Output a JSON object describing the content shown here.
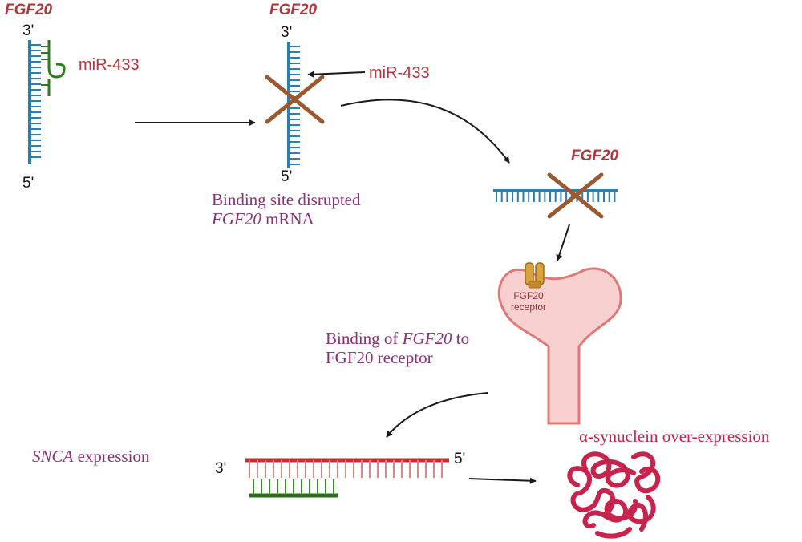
{
  "labels": {
    "gene_top_left": "FGF20",
    "gene_top_middle": "FGF20",
    "gene_right": "FGF20",
    "end_3_left": "3'",
    "end_5_left": "5'",
    "end_3_middle": "3'",
    "end_5_middle": "5'",
    "mir_left": "miR-433",
    "mir_middle": "miR-433",
    "disrupted_line1": "Binding site disrupted",
    "disrupted_gene": "FGF20",
    "disrupted_suffix": " mRNA",
    "receptor_line1": "FGF20",
    "receptor_line2": "receptor",
    "binding_prefix": "Binding of ",
    "binding_gene": "FGF20",
    "binding_suffix": " to",
    "binding_line2": "FGF20 receptor",
    "snca_gene": "SNCA",
    "snca_suffix": " expression",
    "end_3_bottom": "3'",
    "end_5_bottom": "5'",
    "synuclein": "α-synuclein over-expression"
  },
  "colors": {
    "mrna_blue": "#2a7fb0",
    "mirna_green": "#2f7a1e",
    "cross_brown": "#9a5a2e",
    "gene_red": "#b5343c",
    "purple_text": "#8c2f7a",
    "receptor_fill": "#f8d0d0",
    "receptor_stroke": "#e07878",
    "snca_red": "#cc2b2b",
    "synuclein": "#c8234c"
  }
}
